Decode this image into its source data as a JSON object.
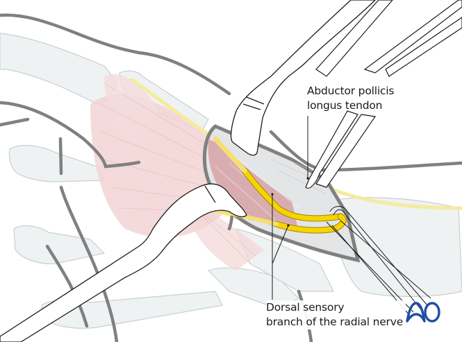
{
  "figure": {
    "type": "surgical-illustration",
    "subject": "Exposure of the dorsal sensory branch of the radial nerve retracted with a vessel loop, with retractors in place",
    "colors": {
      "skin_outline": "#808080",
      "bone_fill": "#eef2f3",
      "bone_outline": "#c9cfd1",
      "muscle": "#e8b9b9",
      "muscle_deep": "#cf9c9e",
      "nerve": "#f7d400",
      "nerve_faint": "#f4ec9c",
      "instrument_outline": "#1a1a1a",
      "instrument_fill": "#ffffff",
      "tendon_sheet": "#e3e5e7",
      "logo": "#1e4fa0"
    }
  },
  "labels": {
    "abductor_pollicis_longus": {
      "line1": "Abductor pollicis",
      "line2": "longus tendon"
    },
    "dorsal_sensory_branch": {
      "line1": "Dorsal sensory",
      "line2": "branch of the radial nerve"
    }
  },
  "logo": {
    "text": "AO"
  }
}
